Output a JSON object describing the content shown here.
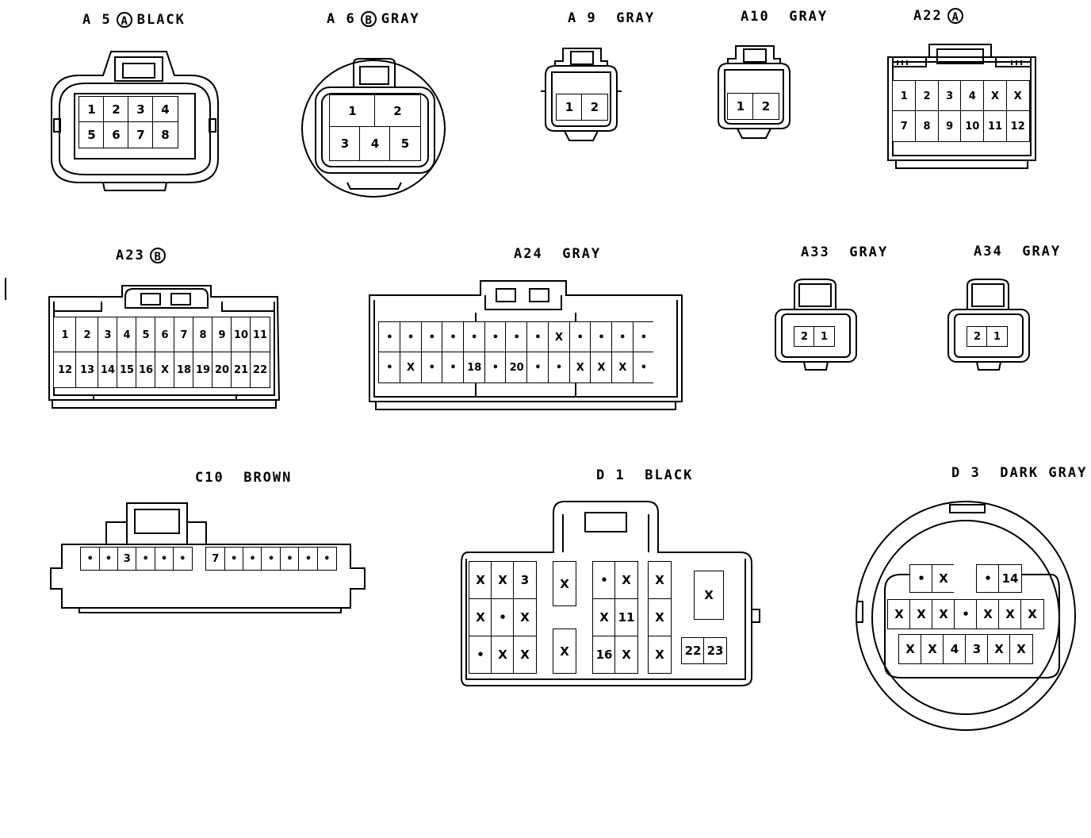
{
  "connectors": [
    {
      "id": "a5",
      "label": {
        "code": "A 5",
        "variant": "A",
        "color": "BLACK"
      },
      "cols": 4,
      "pins": [
        "1",
        "2",
        "3",
        "4",
        "5",
        "6",
        "7",
        "8"
      ]
    },
    {
      "id": "a6",
      "label": {
        "code": "A 6",
        "variant": "B",
        "color": "GRAY"
      },
      "rows": [
        [
          "1",
          "2"
        ],
        [
          "3",
          "4",
          "5"
        ]
      ]
    },
    {
      "id": "a9",
      "label": {
        "code": "A 9",
        "variant": "",
        "color": "GRAY"
      },
      "cols": 2,
      "pins": [
        "1",
        "2"
      ]
    },
    {
      "id": "a10",
      "label": {
        "code": "A10",
        "variant": "",
        "color": "GRAY"
      },
      "cols": 2,
      "pins": [
        "1",
        "2"
      ]
    },
    {
      "id": "a22",
      "label": {
        "code": "A22",
        "variant": "A",
        "color": ""
      },
      "cols": 6,
      "pins": [
        "1",
        "2",
        "3",
        "4",
        "X",
        "X",
        "7",
        "8",
        "9",
        "10",
        "11",
        "12"
      ]
    },
    {
      "id": "a23",
      "label": {
        "code": "A23",
        "variant": "B",
        "color": ""
      },
      "rows": [
        [
          "1",
          "2",
          "3",
          "4",
          "5",
          "6",
          "7",
          "8",
          "9",
          "10",
          "11"
        ],
        [
          "12",
          "13",
          "14",
          "15",
          "16",
          "X",
          "18",
          "19",
          "20",
          "21",
          "22"
        ]
      ]
    },
    {
      "id": "a24",
      "label": {
        "code": "A24",
        "variant": "",
        "color": "GRAY"
      },
      "cols": 14,
      "pins": [
        "•",
        "•",
        "•",
        "•",
        "•",
        "•",
        "•",
        "•",
        "X",
        "•",
        "•",
        "•",
        "•",
        "",
        "•",
        "X",
        "•",
        "•",
        "18",
        "•",
        "20",
        "•",
        "•",
        "X",
        "X",
        "X",
        "•",
        ""
      ]
    },
    {
      "id": "a33",
      "label": {
        "code": "A33",
        "variant": "",
        "color": "GRAY"
      },
      "cols": 2,
      "pins": [
        "2",
        "1"
      ]
    },
    {
      "id": "a34",
      "label": {
        "code": "A34",
        "variant": "",
        "color": "GRAY"
      },
      "cols": 2,
      "pins": [
        "2",
        "1"
      ]
    },
    {
      "id": "c10",
      "label": {
        "code": "C10",
        "variant": "",
        "color": "BROWN"
      },
      "rows": [
        [
          "•",
          "•",
          "3",
          "•",
          "•",
          "•"
        ],
        [
          "7",
          "•",
          "•",
          "•",
          "•",
          "•",
          "•"
        ]
      ]
    },
    {
      "id": "d1",
      "label": {
        "code": "D 1",
        "variant": "",
        "color": "BLACK"
      },
      "groups": [
        [
          "X",
          "X",
          "3",
          "X",
          "•",
          "X",
          "•",
          "X",
          "X"
        ],
        [
          "X",
          "X"
        ],
        [
          "•",
          "X",
          "X",
          "11",
          "16",
          "X"
        ],
        [
          "X",
          "X",
          "X"
        ],
        [
          "X"
        ],
        [
          "22",
          "23"
        ]
      ]
    },
    {
      "id": "d3",
      "label": {
        "code": "D 3",
        "variant": "",
        "color": "DARK GRAY"
      },
      "rows": [
        [
          "•",
          "X",
          "•",
          "14"
        ],
        [
          "X",
          "X",
          "X",
          "•",
          "X",
          "X",
          "X"
        ],
        [
          "X",
          "X",
          "4",
          "3",
          "X",
          "X"
        ]
      ]
    }
  ]
}
